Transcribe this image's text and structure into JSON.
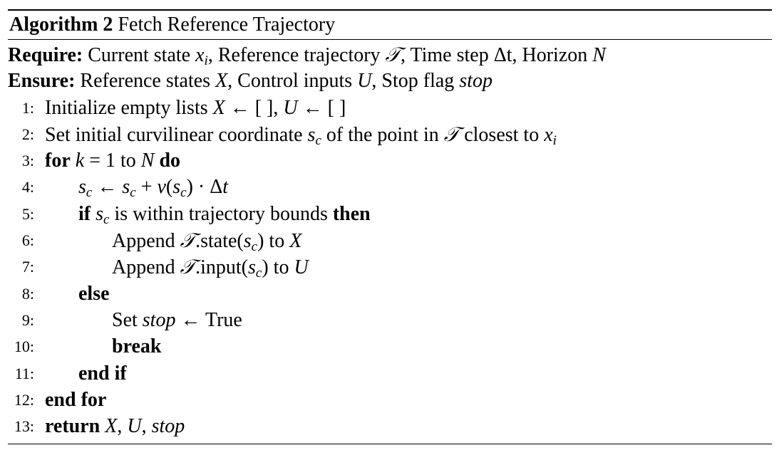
{
  "algorithm": {
    "label": "Algorithm 2",
    "title": "Fetch Reference Trajectory"
  },
  "require": {
    "keyword": "Require:",
    "text_1": "Current state ",
    "x": "x",
    "i": "i",
    "text_2": ", Reference trajectory ",
    "T": "𝒯",
    "text_3": ", Time step ",
    "dt": "Δt",
    "text_4": ", Horizon ",
    "N": "N"
  },
  "ensure": {
    "keyword": "Ensure:",
    "text_1": "Reference states ",
    "X": "X",
    "text_2": ", Control inputs ",
    "U": "U",
    "text_3": ", Stop flag ",
    "stop": "stop"
  },
  "lines": [
    {
      "num": "1:"
    },
    {
      "num": "2:"
    },
    {
      "num": "3:"
    },
    {
      "num": "4:"
    },
    {
      "num": "5:"
    },
    {
      "num": "6:"
    },
    {
      "num": "7:"
    },
    {
      "num": "8:"
    },
    {
      "num": "9:"
    },
    {
      "num": "10:"
    },
    {
      "num": "11:"
    },
    {
      "num": "12:"
    },
    {
      "num": "13:"
    }
  ],
  "code": {
    "l1": {
      "text": "Initialize empty lists ",
      "X": "X",
      "arrow1": " ← [ ], ",
      "U": "U",
      "arrow2": " ← [ ]"
    },
    "l2": {
      "text_1": "Set initial curvilinear coordinate ",
      "s": "s",
      "c": "c",
      "text_2": " of the point in ",
      "T": "𝒯",
      "text_3": " closest to ",
      "x": "x",
      "i": "i"
    },
    "l3": {
      "kw_for": "for",
      "k": "k",
      "eq": " = 1 to ",
      "N": "N",
      "kw_do": "do"
    },
    "l4": {
      "s1": "s",
      "c1": "c",
      "arrow": " ← ",
      "s2": "s",
      "c2": "c",
      "plus": " + ",
      "v": "v",
      "open": "(",
      "s3": "s",
      "c3": "c",
      "close": ") · Δ",
      "t": "t"
    },
    "l5": {
      "kw_if": "if",
      "s": "s",
      "c": "c",
      "text": " is within trajectory bounds ",
      "kw_then": "then"
    },
    "l6": {
      "text_1": "Append ",
      "T": "𝒯",
      "text_2": ".state(",
      "s": "s",
      "c": "c",
      "text_3": ") to ",
      "X": "X"
    },
    "l7": {
      "text_1": "Append ",
      "T": "𝒯",
      "text_2": ".input(",
      "s": "s",
      "c": "c",
      "text_3": ") to ",
      "U": "U"
    },
    "l8": {
      "kw_else": "else"
    },
    "l9": {
      "text_1": "Set ",
      "stop": "stop",
      "text_2": " ← True"
    },
    "l10": {
      "kw_break": "break"
    },
    "l11": {
      "kw_endif": "end if"
    },
    "l12": {
      "kw_endfor": "end for"
    },
    "l13": {
      "kw_return": "return",
      "X": "X",
      "comma1": ", ",
      "U": "U",
      "comma2": ", ",
      "stop": "stop"
    }
  }
}
